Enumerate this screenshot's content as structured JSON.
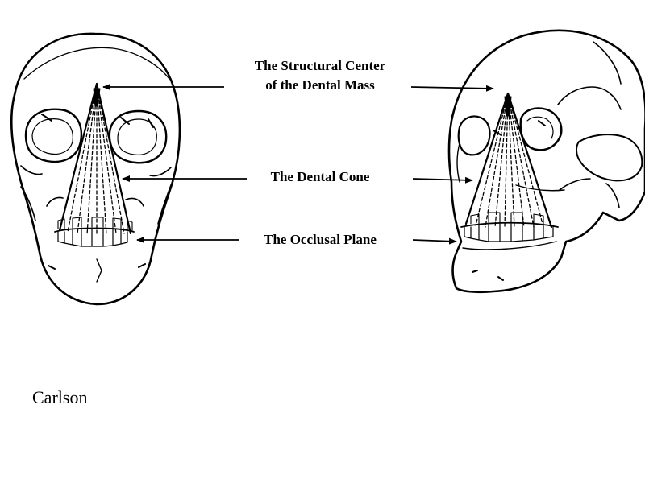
{
  "labels": {
    "center_line1": "The Structural Center",
    "center_line2": "of the Dental Mass",
    "cone": "The Dental Cone",
    "plane": "The Occlusal Plane"
  },
  "credit": "Carlson",
  "figures": {
    "left": "frontal-skull",
    "right": "three-quarter-skull"
  },
  "colors": {
    "ink": "#000000",
    "background": "#ffffff"
  }
}
